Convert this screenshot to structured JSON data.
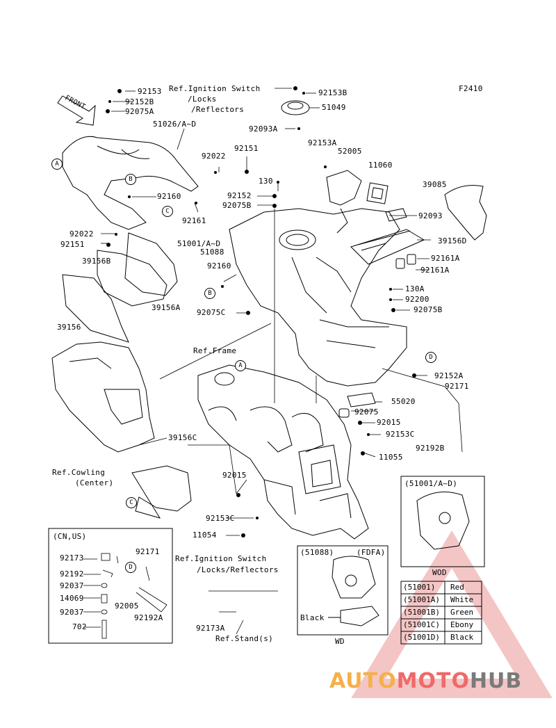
{
  "figure_code": "F2410",
  "front_label": "FRONT",
  "callouts": {
    "a1": "A",
    "b1": "B",
    "c1": "C",
    "b2": "B",
    "c2": "C",
    "a2": "A",
    "d1": "D",
    "d2": "D"
  },
  "parts": {
    "p92153": "92153",
    "p92152B": "92152B",
    "p92075A": "92075A",
    "ref_ign_top_1": "Ref.Ignition Switch",
    "ref_ign_top_2": "/Locks",
    "ref_ign_top_3": "/Reflectors",
    "p92153B": "92153B",
    "p51049": "51049",
    "p92093A": "92093A",
    "p51026": "51026/A~D",
    "p92022a": "92022",
    "p92151a": "92151",
    "p92153A": "92153A",
    "p52005": "52005",
    "p11060": "11060",
    "p39085": "39085",
    "p130": "130",
    "p92152": "92152",
    "p92075B_top": "92075B",
    "p92160a": "92160",
    "p92161": "92161",
    "p92093": "92093",
    "p92022b": "92022",
    "p92151b": "92151",
    "p51001": "51001/A~D",
    "p51088": "51088",
    "p39156D": "39156D",
    "p92161A_1": "92161A",
    "p92161A_2": "92161A",
    "p39156B": "39156B",
    "p92160b": "92160",
    "p130A": "130A",
    "p92200": "92200",
    "p92075B": "92075B",
    "p39156A": "39156A",
    "p92075C": "92075C",
    "p39156": "39156",
    "ref_frame": "Ref.Frame",
    "p92152A": "92152A",
    "p92171a": "92171",
    "p55020": "55020",
    "p92075": "92075",
    "p92015a": "92015",
    "p92153C_1": "92153C",
    "p39156C": "39156C",
    "p92192B": "92192B",
    "p11055": "11055",
    "ref_cowling_1": "Ref.Cowling",
    "ref_cowling_2": "(Center)",
    "p92015b": "92015",
    "p92153C_2": "92153C",
    "p11054": "11054",
    "ref_ign_bot_1": "Ref.Ignition Switch",
    "ref_ign_bot_2": "/Locks/Reflectors",
    "p92173A": "92173A",
    "ref_stand": "Ref.Stand(s)"
  },
  "cnus_box": {
    "title": "(CN,US)",
    "p92173": "92173",
    "p92171": "92171",
    "p92192": "92192",
    "p92037a": "92037",
    "p14069": "14069",
    "p92005": "92005",
    "p92037b": "92037",
    "p92192A": "92192A",
    "p702": "702"
  },
  "box_51088": {
    "title": "(51088)",
    "variant": "(FDFA)",
    "black": "Black",
    "footer": "WD"
  },
  "box_51001": {
    "title": "(51001/A~D)",
    "footer": "WOD"
  },
  "color_table": {
    "rows": [
      {
        "code": "(51001)",
        "color": "Red"
      },
      {
        "code": "(51001A)",
        "color": "White"
      },
      {
        "code": "(51001B)",
        "color": "Green"
      },
      {
        "code": "(51001C)",
        "color": "Ebony"
      },
      {
        "code": "(51001D)",
        "color": "Black"
      }
    ]
  },
  "watermark": {
    "auto": "AUTO",
    "moto": "MOTO",
    "hub": "HUB",
    "colors": {
      "auto": "#f4b04a",
      "moto": "#ef6a6a",
      "hub": "#7a7a7a"
    }
  }
}
